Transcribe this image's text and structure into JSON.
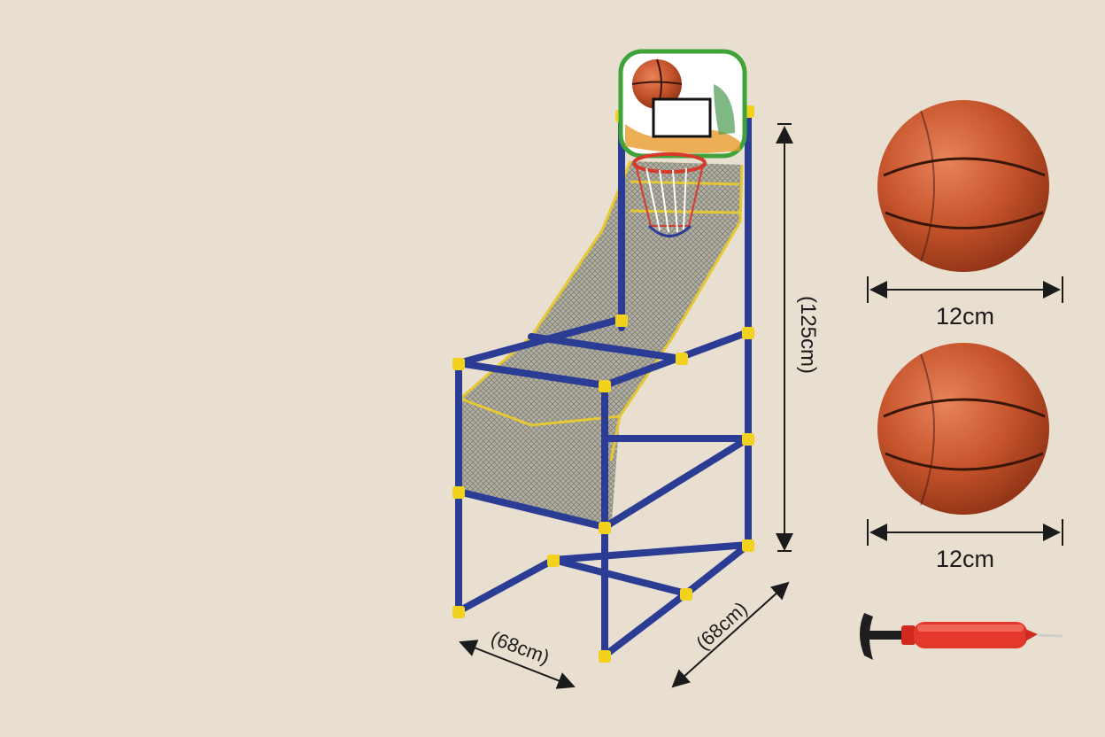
{
  "dimensions": {
    "height_label": "(125cm)",
    "depth_label": "(68cm)",
    "width_label": "(68cm)",
    "ball_top_label": "12cm",
    "ball_bottom_label": "12cm"
  },
  "colors": {
    "background": "#e9dfd1",
    "frame": "#2b3c95",
    "connector": "#f2d21c",
    "net": "#8d8c80",
    "ball": "#c6542c",
    "pump": "#e5382c"
  },
  "icons": {
    "arcade_frame": "basketball-arcade-stand-icon",
    "backboard": "backboard-icon",
    "ball": "basketball-icon",
    "pump": "hand-pump-icon"
  }
}
